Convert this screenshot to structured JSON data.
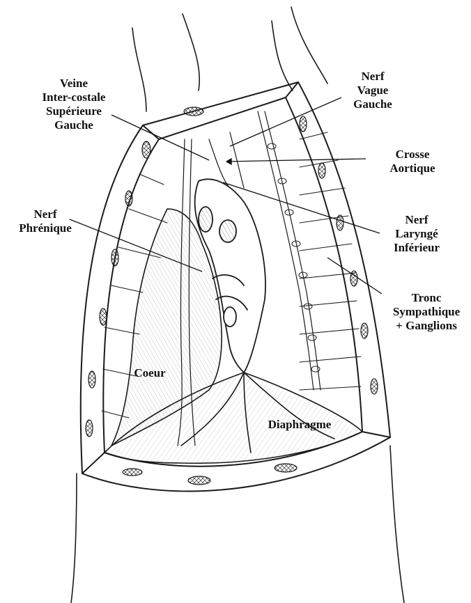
{
  "labels": {
    "veine": [
      "Veine",
      "Inter-costale",
      "Supérieure",
      "Gauche"
    ],
    "vague": [
      "Nerf",
      "Vague",
      "Gauche"
    ],
    "crosse": [
      "Crosse",
      "Aortique"
    ],
    "phrenique": [
      "Nerf",
      "Phrénique"
    ],
    "larynge": [
      "Nerf",
      "Laryngé",
      "Inférieur"
    ],
    "tronc": [
      "Tronc",
      "Sympathique",
      "+ Ganglions"
    ],
    "coeur": "Coeur",
    "diaphragme": "Diaphragme"
  },
  "colors": {
    "ink": "#1a1a1a",
    "background": "#ffffff",
    "hatch": "#555555"
  }
}
